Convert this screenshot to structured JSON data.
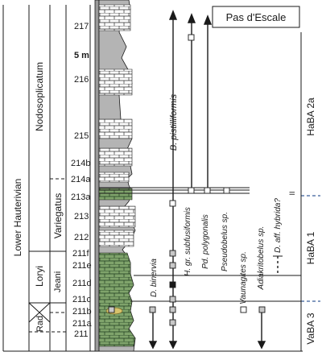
{
  "locality": "Pas d'Escale",
  "scale_label": "5 m",
  "stage": "Lower Hauterivian",
  "zones": {
    "nodosoplicatum": "Nodosoplicatum",
    "variegatus": "Variegatus",
    "loryi": "Loryi",
    "jeani": "Jeani",
    "radiatus": "Rad"
  },
  "beds": [
    "217",
    "216",
    "215",
    "214b",
    "214a",
    "213a",
    "213",
    "212",
    "211f",
    "211e",
    "211d",
    "211c",
    "211b",
    "211a",
    "211"
  ],
  "taxa": [
    "B. pistilliformis",
    "H. gr. subfusiformis",
    "Pd. polygonalis",
    "Pseudobelus sp.",
    "Vaunagites sp.",
    "Adiakritobelus sp.",
    "D. aff. hybrida?",
    "D. binervia"
  ],
  "assemblages": [
    "HaBA 2a",
    "HaBA 1",
    "VaBA 3"
  ],
  "roman_mark": "II",
  "colors": {
    "line": "#1a1a1a",
    "limestone": "#ffffff",
    "marl": "#b4b4b4",
    "green_bed": "#7fa36b",
    "occurrence_box": "#c8c8c8",
    "boundary_dash": "#3a5f9a"
  }
}
